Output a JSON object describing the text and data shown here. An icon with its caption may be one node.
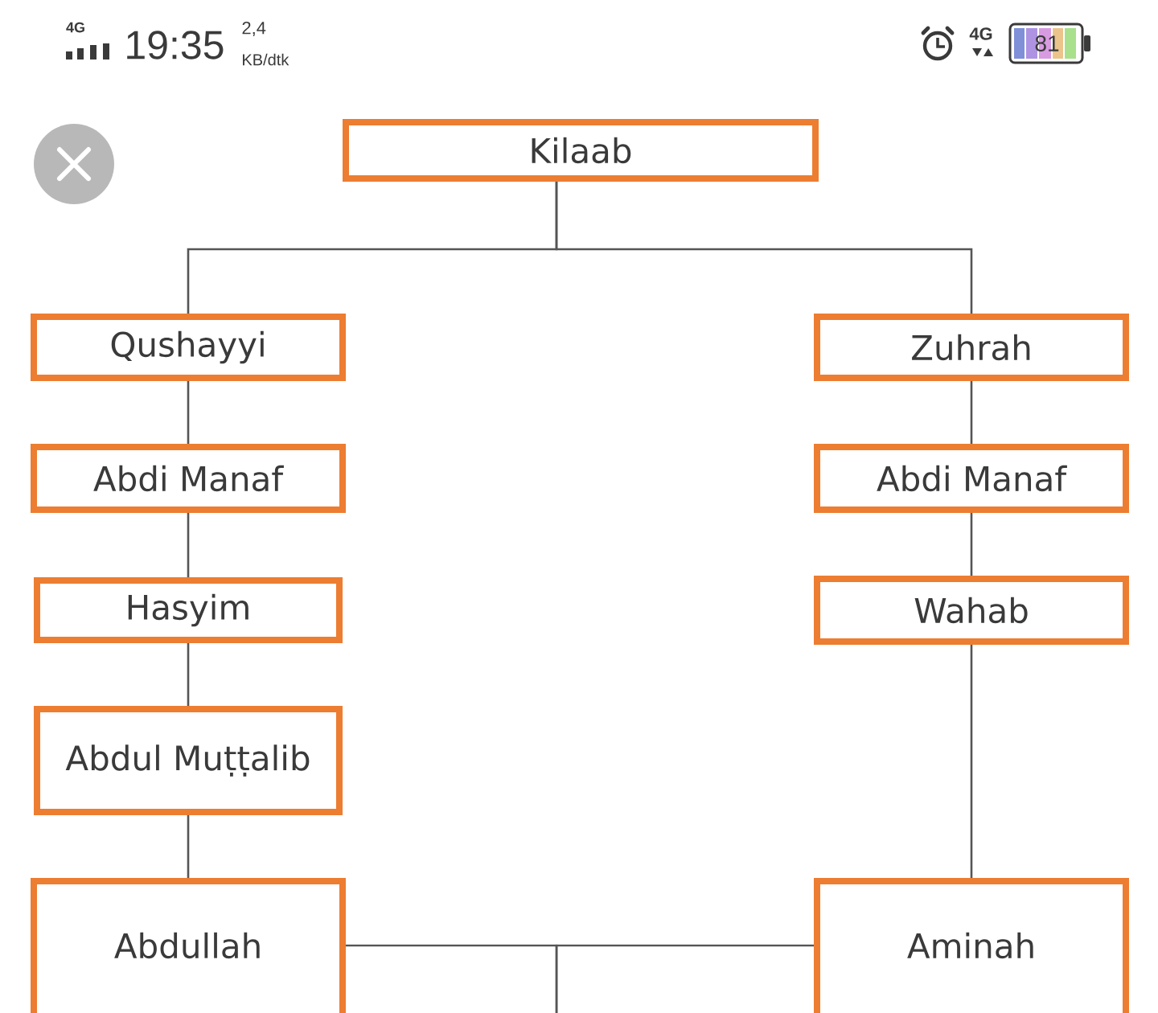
{
  "diagram": {
    "nodes": [
      {
        "text": [
          "Kilaab"
        ]
      },
      {
        "text": [
          "Qushayyi"
        ]
      },
      {
        "text": [
          "Zuhrah"
        ]
      },
      {
        "text": [
          "Abdi Manaf"
        ]
      },
      {
        "text": [
          "Abdi Manaf"
        ]
      },
      {
        "text": [
          "Hasyim"
        ]
      },
      {
        "text": [
          "Wahab"
        ]
      },
      {
        "text": [
          "Abdul Muṭṭalib"
        ]
      },
      {
        "text": [
          "Abdullah"
        ]
      },
      {
        "text": [
          "Aminah"
        ]
      }
    ],
    "edges": [
      {
        "from": 0,
        "to": 1,
        "arrow": "none"
      },
      {
        "from": 0,
        "to": 2,
        "arrow": "none"
      },
      {
        "from": 1,
        "to": 3,
        "arrow": "none"
      },
      {
        "from": 3,
        "to": 5,
        "arrow": "none"
      },
      {
        "from": 5,
        "to": 7,
        "arrow": "none"
      },
      {
        "from": 7,
        "to": 8,
        "arrow": "none"
      },
      {
        "from": 2,
        "to": 4,
        "arrow": "none"
      },
      {
        "from": 4,
        "to": 6,
        "arrow": "none"
      },
      {
        "from": 6,
        "to": 9,
        "arrow": "none"
      },
      {
        "from": 8,
        "to": null,
        "arrow": "none"
      },
      {
        "from": 9,
        "to": null,
        "arrow": "none"
      }
    ],
    "labels": [
      "4G",
      "19:35",
      "2,4",
      "KB/dtk",
      "4G",
      "81"
    ]
  }
}
